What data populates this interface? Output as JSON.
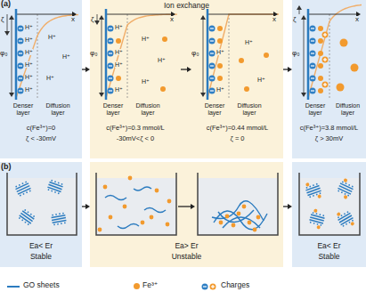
{
  "diagram": {
    "nodes": [
      {
        "text": [
          "Denser layer",
          "Diffusion layer",
          "c(Fe³⁺)=0",
          "ζ < -30mV"
        ]
      },
      {
        "text": [
          "Ion exchange"
        ]
      },
      {
        "text": [
          "Denser layer",
          "Diffusion layer",
          "c(Fe³⁺)=0.3 mmol/L",
          "-30mV<ζ < 0"
        ],
        "in": 1
      },
      {
        "text": [
          "Denser layer",
          "Diffusion layer",
          "c(Fe³⁺)=0.44 mmol/L",
          "ζ = 0"
        ],
        "in": 1
      },
      {
        "text": [
          "Denser layer",
          "Diffusion layer",
          "c(Fe³⁺)=3.8 mmol/L",
          "ζ > 30mV"
        ]
      },
      {
        "text": [
          "Ea< Er",
          "Stable"
        ]
      },
      {
        "text": [
          "Ea> Er",
          "Unstable"
        ]
      },
      {
        "text": [
          "Ea< Er",
          "Stable"
        ]
      }
    ],
    "edges": [
      {
        "from": 0,
        "to": 2,
        "arrow": "to"
      },
      {
        "from": 2,
        "to": 3,
        "arrow": "to"
      },
      {
        "from": 3,
        "to": 4,
        "arrow": "to"
      },
      {
        "from": 5,
        "to": 6,
        "arrow": "to"
      },
      {
        "from": 6,
        "to": 7,
        "arrow": "to"
      }
    ],
    "labels": [
      "(a)",
      "ζ",
      "φ₀",
      "x",
      "H⁺",
      "H⁺",
      "H⁺",
      "H⁺",
      "H⁺",
      "H⁺",
      "H⁺",
      "H⁺",
      "H⁺",
      "ζ",
      "φ₀",
      "x",
      "H⁺",
      "H⁺",
      "H⁺",
      "H⁺",
      "H⁺",
      "H⁺",
      "H⁺",
      "φ₀",
      "x",
      "H⁺",
      "H⁺",
      "H⁺",
      "H⁺",
      "ζ",
      "φ₀",
      "x",
      "(b)"
    ],
    "legend": [
      {
        "text": "GO sheets"
      },
      {
        "text": "Fe³⁺",
        "color": "#f29a2e"
      },
      {
        "text": "Charges"
      }
    ]
  }
}
